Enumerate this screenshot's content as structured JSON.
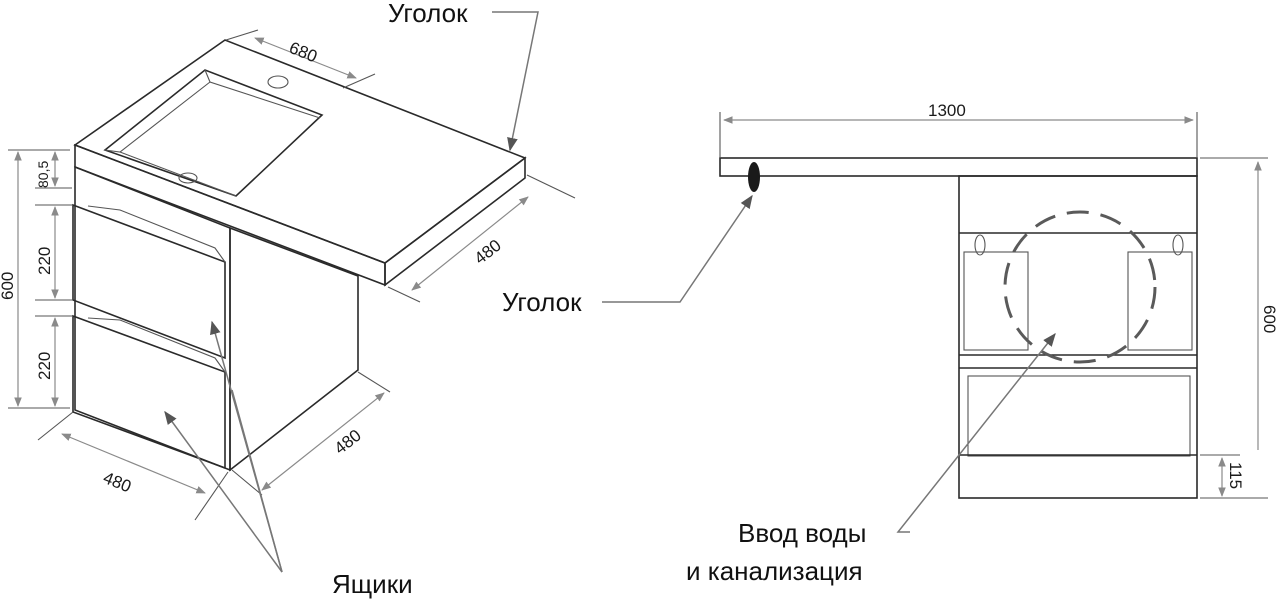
{
  "labels": {
    "corner_top": "Уголок",
    "corner_mid": "Уголок",
    "drawers": "Ящики",
    "water_line1": "Ввод воды",
    "water_line2": "и канализация"
  },
  "dimensions": {
    "top_width": "680",
    "depth_top": "480",
    "depth_base_right": "480",
    "base_width": "480",
    "height_total": "600",
    "height_worktop": "80,5",
    "drawer_upper": "220",
    "drawer_lower": "220",
    "front_width": "1300",
    "front_height": "600",
    "plinth": "115"
  },
  "colors": {
    "outline": "#2a2a2a",
    "dimension": "#8a8a8a",
    "pointer": "#777777",
    "corner_dot": "#1a1a1a"
  }
}
